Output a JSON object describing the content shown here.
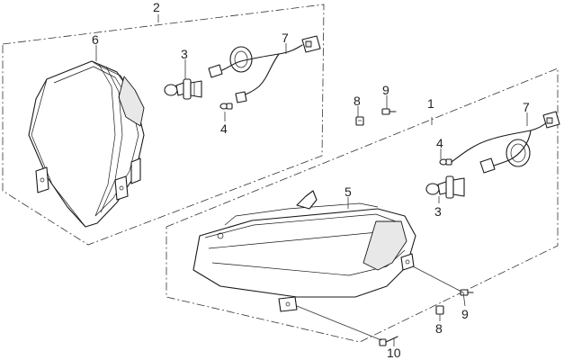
{
  "callouts": {
    "group_upper": "2",
    "group_lower": "1",
    "headlight_upper": "6",
    "headlight_lower": "5",
    "bulb_upper": "3",
    "bulb_lower": "3",
    "position_bulb_upper": "4",
    "position_bulb_lower": "4",
    "harness_upper": "7",
    "harness_lower": "7",
    "nut_center": "8",
    "nut_lower": "8",
    "screw_center": "9",
    "screw_lower": "9",
    "bolt": "10"
  }
}
